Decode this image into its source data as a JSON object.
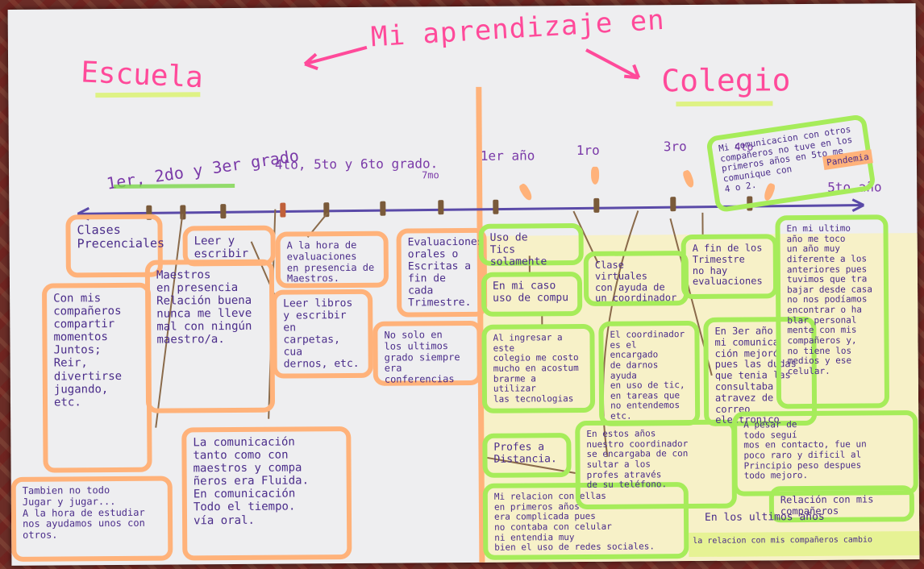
{
  "title": "Mi aprendizaje en",
  "left_heading": "Escuela",
  "right_heading": "Colegio",
  "timeline_labels": [
    "1er, 2do y 3er grado",
    "4to, 5to y 6to grado.",
    "7mo",
    "1er año",
    "1ro",
    "3ro",
    "4to",
    "5to año"
  ],
  "notes": {
    "clases": "Clases\nPrecenciales",
    "leer": "Leer y escribir",
    "maestros": "Maestros\nen presencia\nRelación buena\nnunca me lleve\nmal con ningún\nmaestro/a.",
    "companeros": "Con mis\ncompañeros\ncompartir\nmomentos\nJuntos;\nReir, divertirse\njugando, etc.",
    "tambien": "Tambien no todo\nJugar y jugar...\nA la hora de estudiar\nnos ayudamos unos con\notros.",
    "evaluaciones": "A la hora de\nevaluaciones\nen presencia de\nMaestros.",
    "libros": "Leer libros\ny escribir en\ncarpetas, cua\ndernos, etc.",
    "comunicacion": "La comunicación\ntanto como con\nmaestros y compa\nñeros era Fluida.\nEn comunicación\nTodo el tiempo.\nvía oral.",
    "orales": "Evaluaciones\norales o\nEscritas a\nfin de cada\nTrimestre.",
    "nosolo": "No solo en\nlos ultimos\ngrado siempre\nera conferencias",
    "tics": "Uso de\nTics solamente",
    "micaso": "En mi caso\nuso de compu",
    "ingresar": "Al ingresar a este\ncolegio me costo\nmucho en acostum\nbrarme a utilizar\nlas tecnologias",
    "profes": "Profes a\nDistancia.",
    "relacion": "Mi relacion con ellas\nen primeros años\nera complicada pues\nno contaba con celular\nni entendia muy\nbien el uso de redes sociales.",
    "virtuales": "Clase virtuales\ncon ayuda de\nun coordinador",
    "coordinador": "El coordinador\nes el encargado\nde darnos ayuda\nen uso de tic,\nen tareas que\nno entendemos\netc.",
    "estosanos": "En estos años\nnuestro coordinador\nse encargaba de con\nsultar a los\nprofes através\nde su teléfono.",
    "trimestre": "A fin de los\nTrimestre\nno hay\nevaluaciones",
    "tercero": "En 3er año\nmi comunica\nción mejoró\npues las dudas\nque tenia las\nconsultaba\natravez de\ncorreo electronico",
    "pesar": "A pesar de\ntodo seguí\nmos en contacto, fue un\npoco raro y dificil al\nPrincipio peso despues\ntodo mejoro.",
    "cuarto": "Mi comunicacion con otros\ncompañeros no tuve en los\nprimeros años en 5to me\ncomunique con\n4 o 2.",
    "pandemia": "Pandemia",
    "ultimo": "En mi ultimo\naño me toco\nun año muy\ndiferente a los\nanteriores pues\ntuvimos que tra\nbajar desde casa\nno nos podíamos\nencontrar o ha\nblar personal\nmente con mis\ncompañeros y,\nno tiene los\nmedios y ese\ncelular.",
    "relacion_comp": "Relación con mis\ncompañeros",
    "ultimos": "En los ultimos años",
    "final": "la relacion con mis compañeros cambio"
  }
}
